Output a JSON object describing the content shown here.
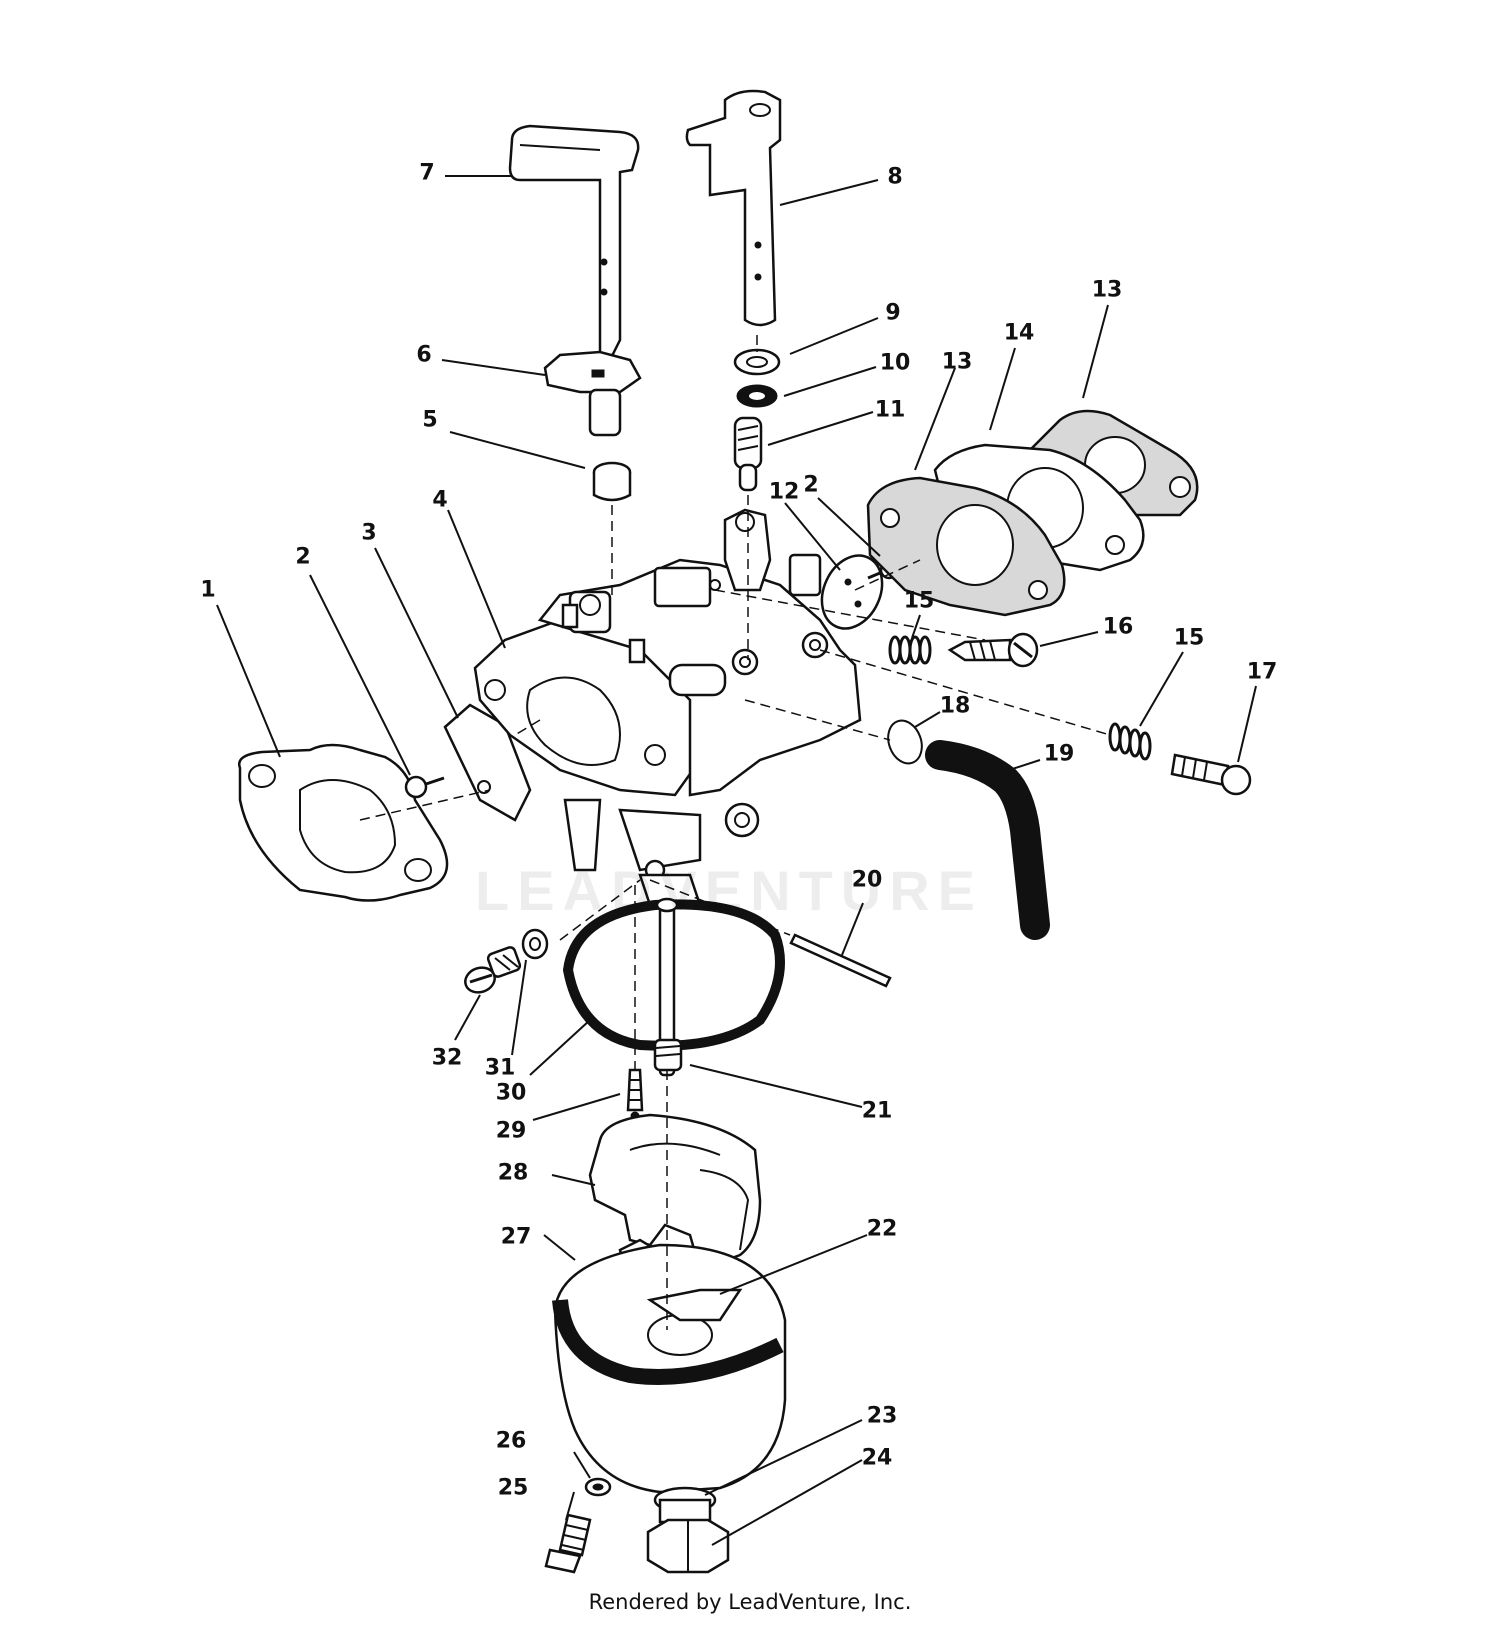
{
  "diagram": {
    "parts": [
      {
        "num": "1"
      },
      {
        "num": "2"
      },
      {
        "num": "2"
      },
      {
        "num": "3"
      },
      {
        "num": "4"
      },
      {
        "num": "5"
      },
      {
        "num": "6"
      },
      {
        "num": "7"
      },
      {
        "num": "8"
      },
      {
        "num": "9"
      },
      {
        "num": "10"
      },
      {
        "num": "11"
      },
      {
        "num": "12"
      },
      {
        "num": "13"
      },
      {
        "num": "13"
      },
      {
        "num": "14"
      },
      {
        "num": "15"
      },
      {
        "num": "15"
      },
      {
        "num": "16"
      },
      {
        "num": "17"
      },
      {
        "num": "18"
      },
      {
        "num": "19"
      },
      {
        "num": "20"
      },
      {
        "num": "21"
      },
      {
        "num": "22"
      },
      {
        "num": "23"
      },
      {
        "num": "24"
      },
      {
        "num": "25"
      },
      {
        "num": "26"
      },
      {
        "num": "27"
      },
      {
        "num": "28"
      },
      {
        "num": "29"
      },
      {
        "num": "30"
      },
      {
        "num": "31"
      },
      {
        "num": "32"
      }
    ],
    "watermark": "LEADVENTURE",
    "credit": "Rendered by LeadVenture, Inc."
  }
}
